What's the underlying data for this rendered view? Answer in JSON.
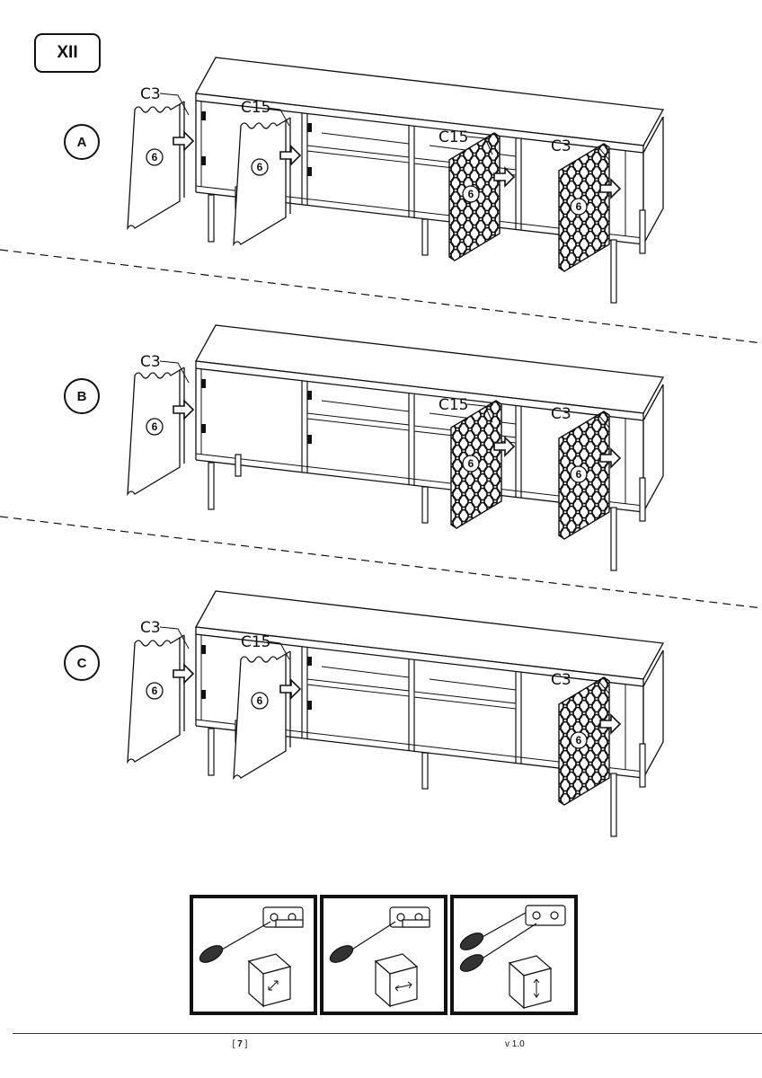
{
  "step": {
    "label": "XII"
  },
  "variants": [
    {
      "letter": "A",
      "left_callouts": [
        "C3",
        "C15"
      ],
      "right_callouts": [
        "C15",
        "C3"
      ],
      "part": "6"
    },
    {
      "letter": "B",
      "left_callouts": [
        "C3"
      ],
      "right_callouts": [
        "C15",
        "C3"
      ],
      "part": "6"
    },
    {
      "letter": "C",
      "left_callouts": [
        "C3",
        "C15"
      ],
      "right_callouts": [
        "C3"
      ],
      "part": "6"
    }
  ],
  "adjustment_panels": [
    {
      "direction": "diagonal-arrow-icon"
    },
    {
      "direction": "horizontal-arrow-icon"
    },
    {
      "direction": "vertical-arrow-icon"
    }
  ],
  "footer": {
    "page_open": "[ ",
    "page_number": "7",
    "page_close": " ]",
    "version": "v 1.0"
  }
}
